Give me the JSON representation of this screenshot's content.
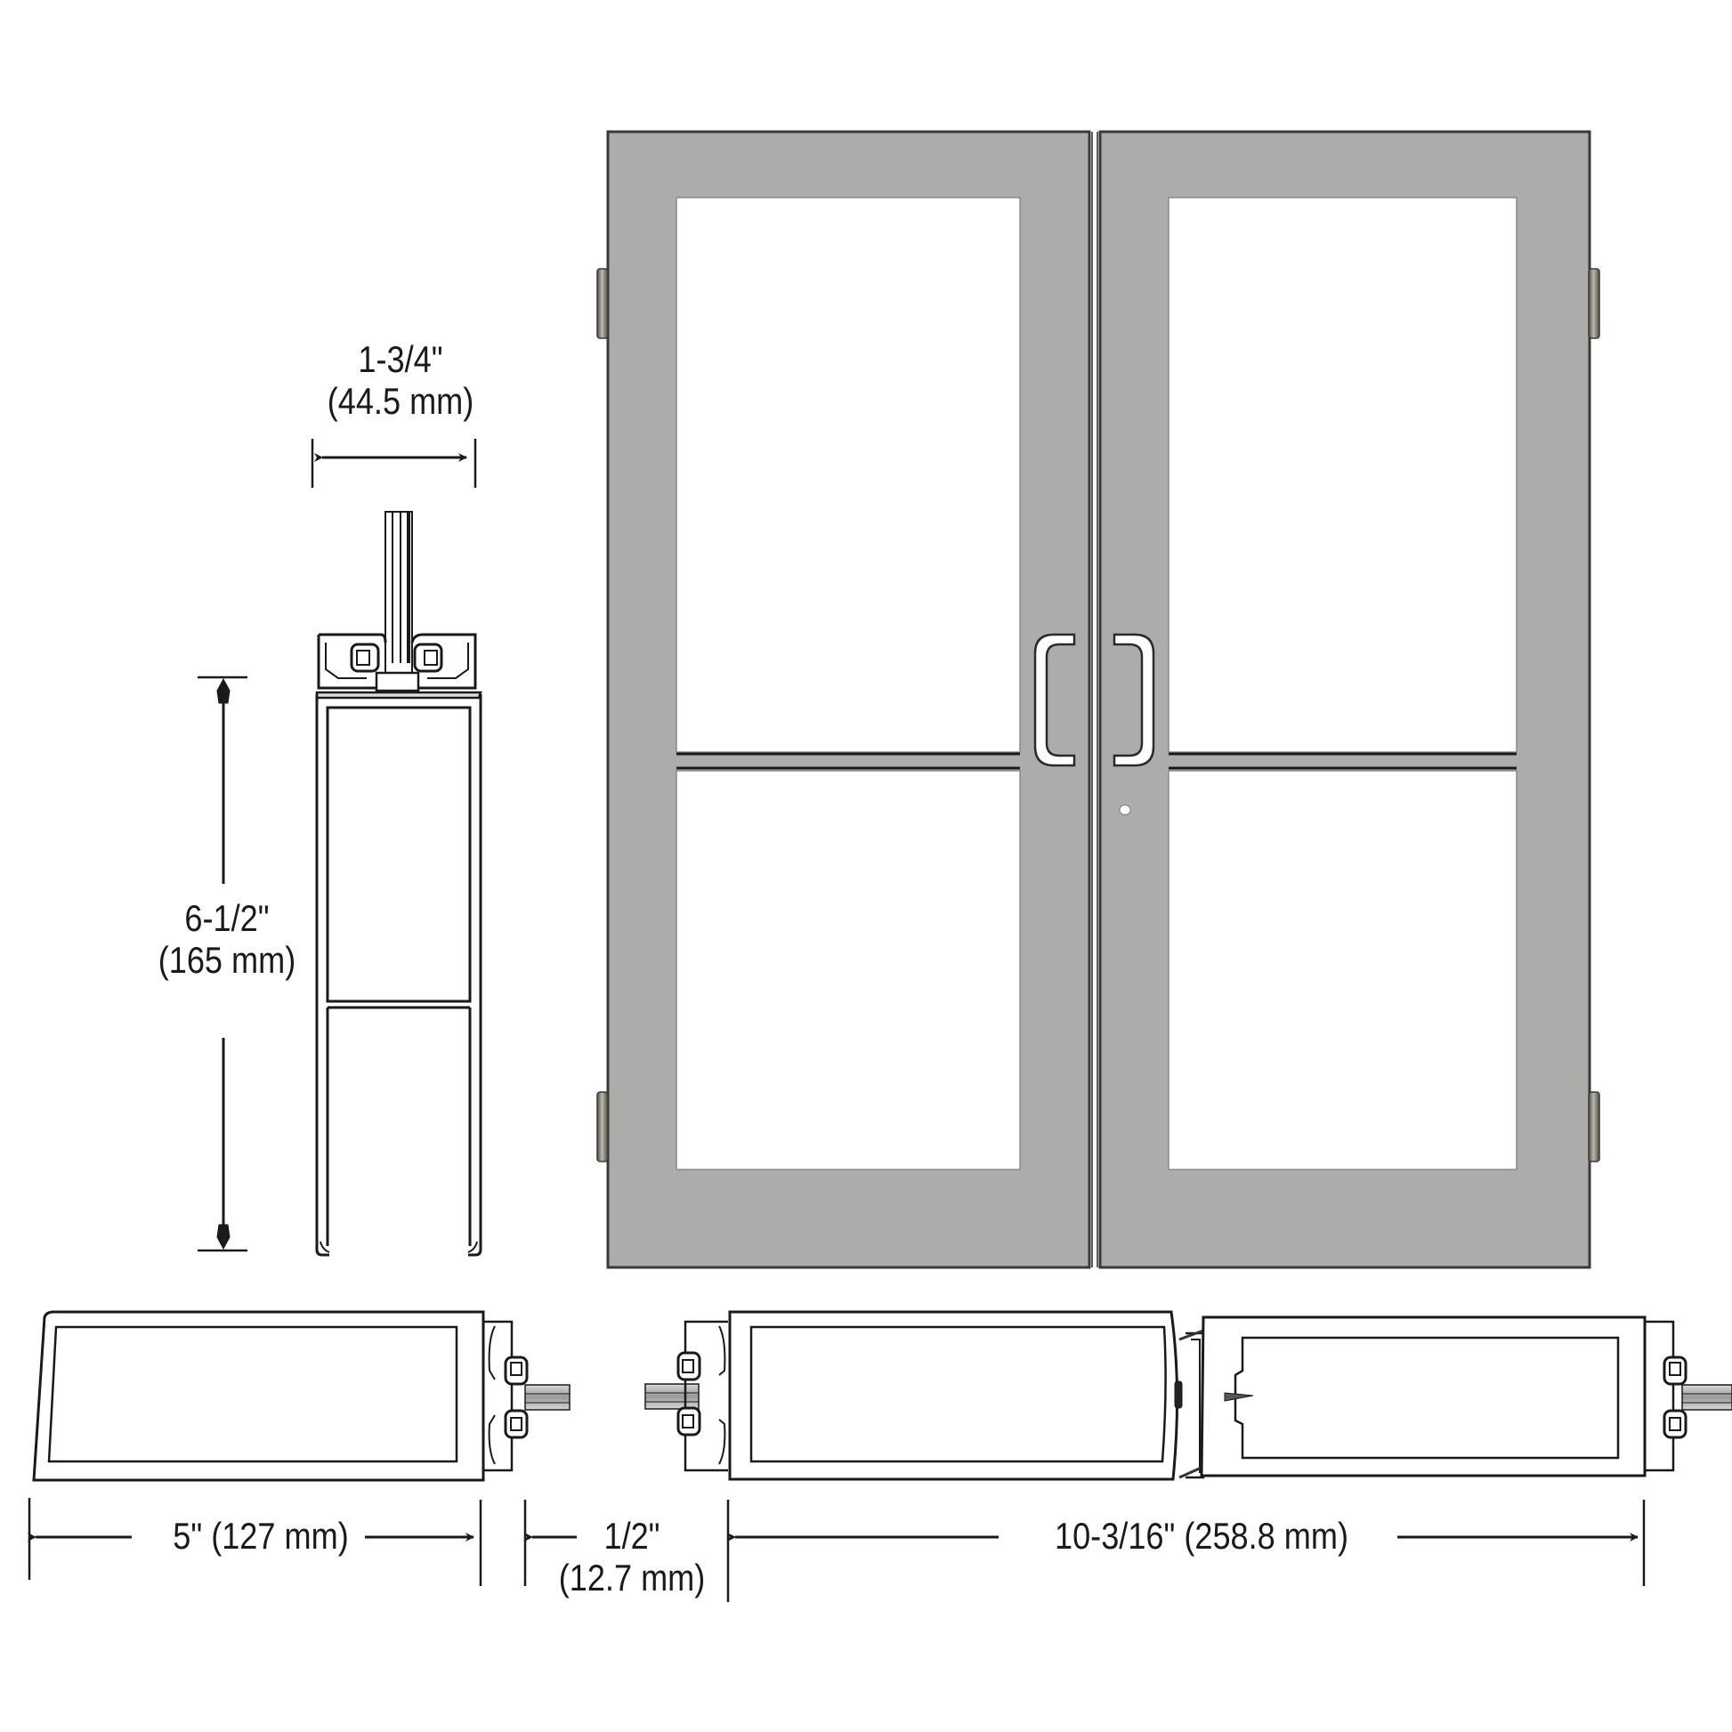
{
  "diagram": {
    "subject": "Double acting glass door pair with center glass rail",
    "colors": {
      "door_finish": "#acacab",
      "door_edge": "#4a4a48",
      "hinge": "#7a776f",
      "handle": "#ffffff",
      "glass": "#ffffff",
      "line": "#1a1a1a",
      "background": "#ffffff"
    },
    "dimensions": {
      "door_thickness": {
        "imperial": "1-3/4\"",
        "metric": "(44.5 mm)"
      },
      "bottom_rail_height": {
        "imperial": "6-1/2\"",
        "metric": "(165 mm)"
      },
      "stile_width": {
        "label": "5\" (127 mm)"
      },
      "gap": {
        "imperial": "1/2\"",
        "metric": "(12.7 mm)"
      },
      "meeting_stiles": {
        "label": "10-3/16\" (258.8 mm)"
      }
    },
    "views": [
      {
        "name": "Vertical section (bottom rail)",
        "id": "vertical-section"
      },
      {
        "name": "Elevation (double door pair)",
        "id": "door-elevation"
      },
      {
        "name": "Horizontal section (single stile)",
        "id": "stile-section-left"
      },
      {
        "name": "Horizontal section (meeting stiles)",
        "id": "stile-section-pair"
      }
    ],
    "hardware": {
      "handles": [
        "left-pull-handle",
        "right-pull-handle"
      ],
      "hinges": [
        "top-left-hinge",
        "bottom-left-hinge",
        "top-right-hinge",
        "bottom-right-hinge"
      ],
      "lock": "cylinder-lock"
    }
  }
}
